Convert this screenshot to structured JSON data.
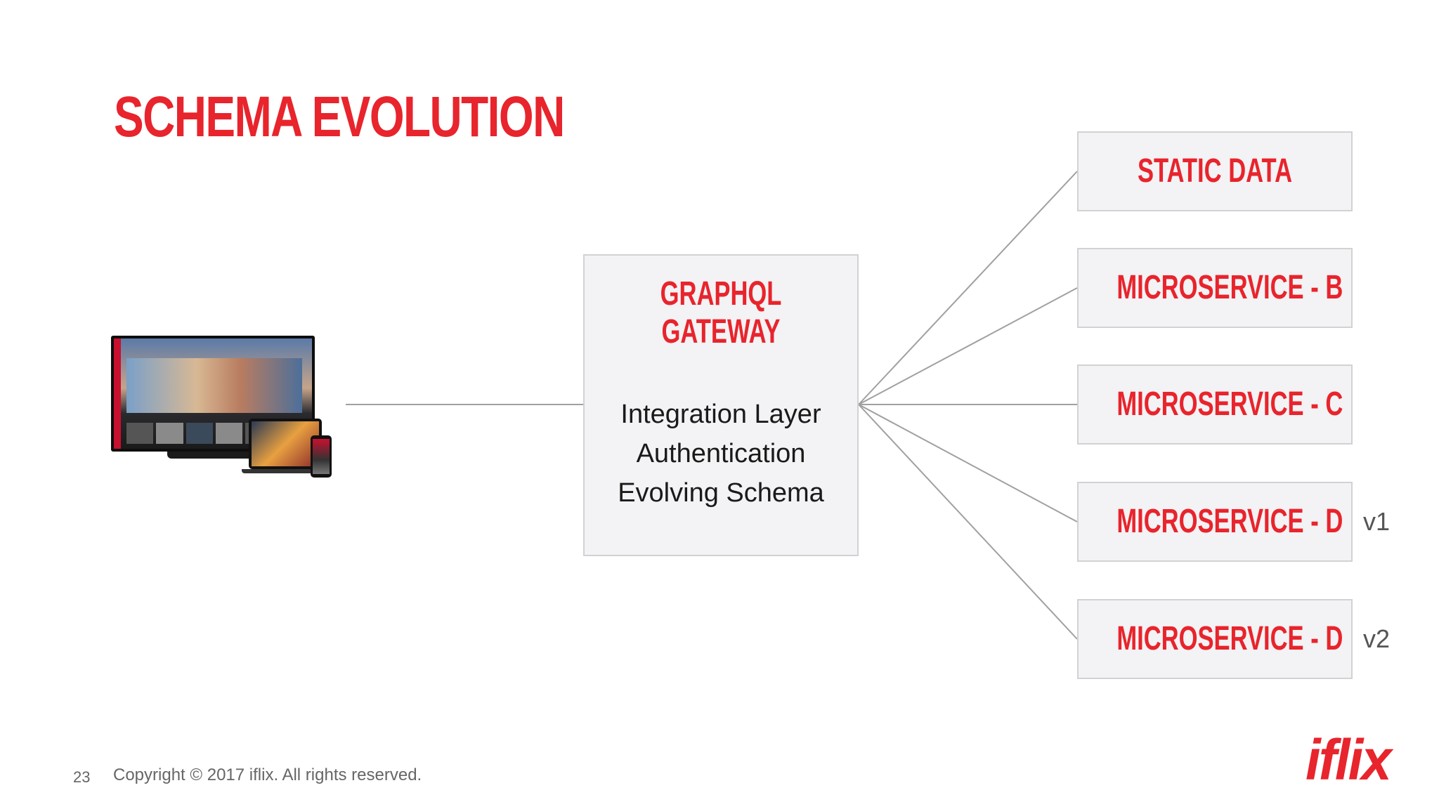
{
  "slide": {
    "title": "SCHEMA EVOLUTION",
    "gateway": {
      "title_lines": [
        "GRAPHQL",
        "GATEWAY"
      ],
      "body_lines": [
        "Integration Layer",
        "Authentication",
        "Evolving Schema"
      ]
    },
    "services": [
      {
        "label": "STATIC DATA",
        "version": ""
      },
      {
        "label": "MICROSERVICE - B",
        "version": ""
      },
      {
        "label": "MICROSERVICE - C",
        "version": ""
      },
      {
        "label": "MICROSERVICE - D",
        "version": "v1"
      },
      {
        "label": "MICROSERVICE - D",
        "version": "v2"
      }
    ],
    "clients_image": "tv-laptop-phone-devices",
    "footer": {
      "page_number": "23",
      "copyright": "Copyright © 2017 iflix. All rights reserved."
    },
    "logo_text": "iflix"
  },
  "colors": {
    "accent": "#e8242c",
    "box_fill": "#f3f2f4",
    "box_border": "#d2d1d4",
    "connector": "#a0a0a0"
  }
}
